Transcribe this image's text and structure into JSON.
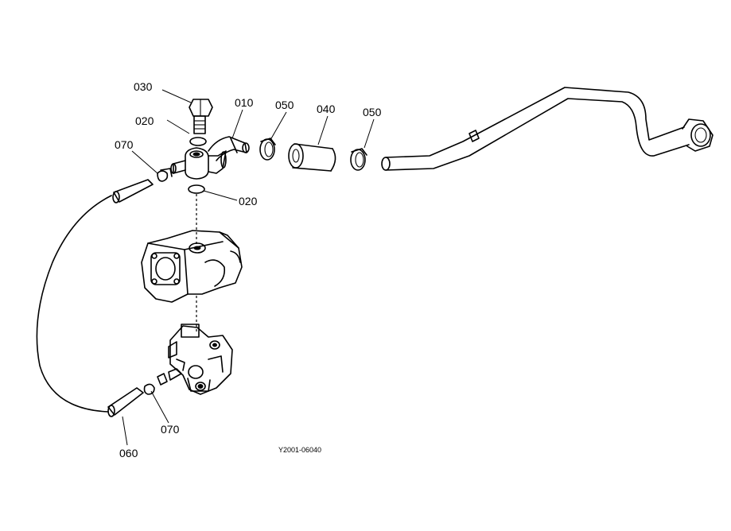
{
  "callouts": {
    "c010": "010",
    "c020_top": "020",
    "c020_bottom": "020",
    "c030": "030",
    "c040": "040",
    "c050_left": "050",
    "c050_right": "050",
    "c060": "060",
    "c070_top": "070",
    "c070_bottom": "070"
  },
  "figure_code": "Y2001-06040"
}
